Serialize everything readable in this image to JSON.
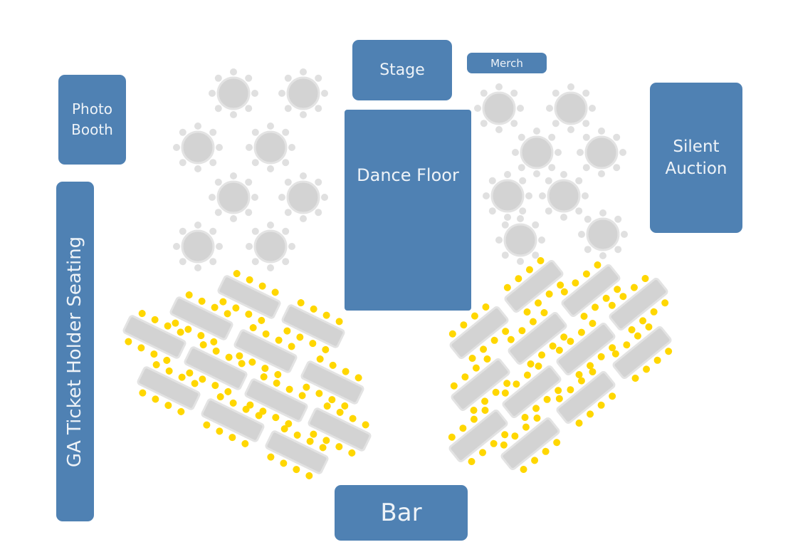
{
  "zones": {
    "photo_booth": "Photo Booth",
    "ga_seating": "GA Ticket Holder Seating",
    "stage": "Stage",
    "merch": "Merch",
    "dance_floor": "Dance Floor",
    "silent_auction": "Silent Auction",
    "bar": "Bar"
  },
  "seating": {
    "round_tables": 16,
    "chairs_per_round_table": 8,
    "banquet_tables": 24,
    "seats_per_banquet_table": 8
  },
  "colors": {
    "zone": "#4f81b3",
    "table": "#d3d3d3",
    "table_border": "#e3e3e3",
    "banquet_seat": "#ffd700",
    "round_chair": "#e0e0e0"
  }
}
